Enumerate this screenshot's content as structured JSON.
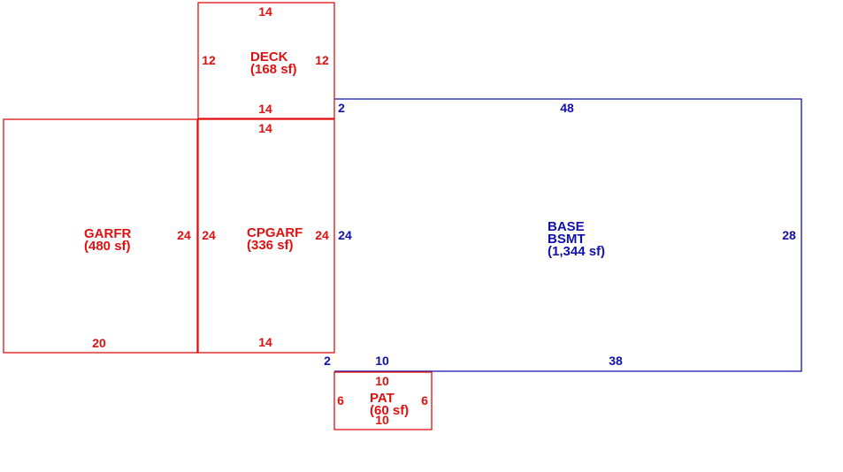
{
  "colors": {
    "main_area": "#e01010",
    "basement": "#1010b0",
    "background": "#ffffff"
  },
  "areas": {
    "deck": {
      "name": "DECK",
      "area": "(168 sf)",
      "top": "14",
      "bottom": "14",
      "left": "12",
      "right": "12"
    },
    "garfr": {
      "name": "GARFR",
      "area": "(480 sf)",
      "right": "24",
      "bottom": "20"
    },
    "cpgarf": {
      "name": "CPGARF",
      "area": "(336 sf)",
      "top": "14",
      "left": "24",
      "right": "24",
      "bottom": "14"
    },
    "base": {
      "name": "BASE",
      "subname": "BSMT",
      "area": "(1,344 sf)",
      "top": "48",
      "top_offset": "2",
      "left": "24",
      "right": "28",
      "bottom_offset": "2",
      "bottom_left": "10",
      "bottom_right": "38"
    },
    "pat": {
      "name": "PAT",
      "area": "(60 sf)",
      "top": "10",
      "bottom": "10",
      "left": "6",
      "right": "6"
    }
  }
}
